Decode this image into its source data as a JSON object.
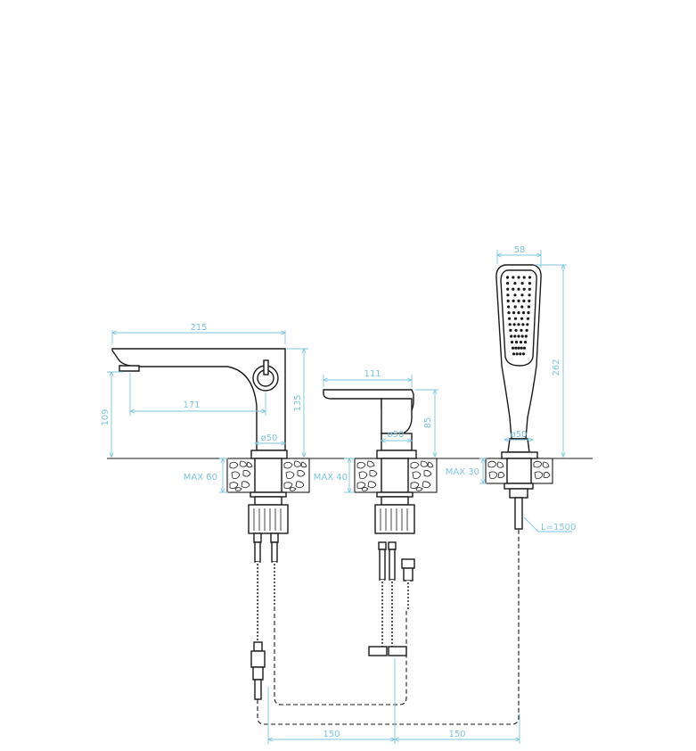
{
  "labels": {
    "d215": "215",
    "d171": "171",
    "d109": "109",
    "d135": "135",
    "d50a": "ø50",
    "d111": "111",
    "d85": "85",
    "d50b": "ø50",
    "d58": "58",
    "d262": "262",
    "d50c": "ø50",
    "max60": "MAX 60",
    "max40": "MAX 40",
    "max30": "MAX 30",
    "hose": "L=1500",
    "d150a": "150",
    "d150b": "150"
  },
  "colors": {
    "dimension": "#7fc6dc",
    "outline": "#1a1a1a",
    "background": "#ffffff"
  },
  "icons": {
    "spout": "basin-spout",
    "mixer": "single-lever-mixer",
    "handshower": "hand-shower"
  }
}
